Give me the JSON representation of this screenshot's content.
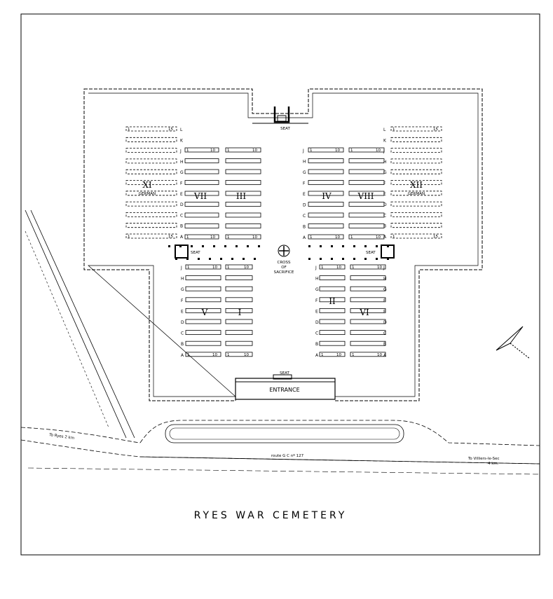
{
  "title": "RYES WAR CEMETERY",
  "labels": {
    "entrance": "ENTRANCE",
    "seat": "SEAT",
    "cross_line1": "CROSS",
    "cross_line2": "OF",
    "cross_line3": "SACRIFICE",
    "route": "route  G C  nº 127",
    "to_ryes": "To  Ryes  2 km",
    "to_villiers_line1": "To  Villiers-le-Sec",
    "to_villiers_line2": "4  km."
  },
  "plots": {
    "I": "I",
    "II": "II",
    "III": "III",
    "IV": "IV",
    "V": "V",
    "VI": "VI",
    "VII": "VII",
    "VIII": "VIII",
    "XI": "XI",
    "XII": "XII",
    "german": "GERMAN"
  },
  "rows": {
    "upper_outer": [
      "L",
      "K",
      "J",
      "H",
      "G",
      "F",
      "E",
      "D",
      "C",
      "B",
      "A"
    ],
    "upper_inner": [
      "J",
      "H",
      "G",
      "F",
      "E",
      "D",
      "C",
      "B",
      "A"
    ],
    "lower": [
      "J",
      "H",
      "G",
      "F",
      "E",
      "D",
      "C",
      "B",
      "A"
    ]
  },
  "grave_numbers": {
    "first": "1",
    "ten": "10",
    "fifteen": "15"
  }
}
